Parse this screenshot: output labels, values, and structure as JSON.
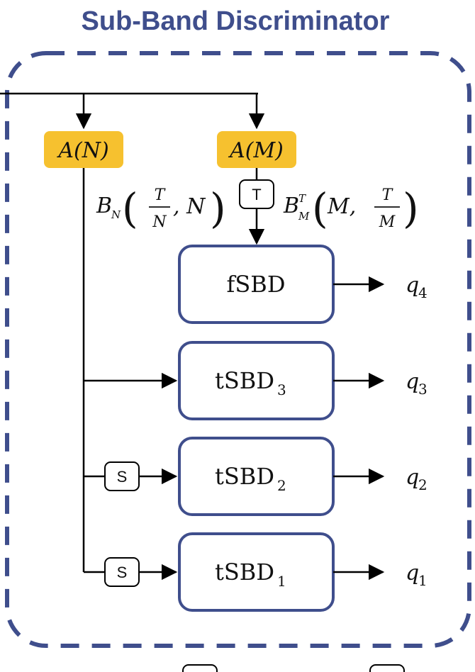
{
  "title": "Sub-Band Discriminator",
  "attention": {
    "left": "A(N)",
    "right": "A(M)"
  },
  "left_branch_label": {
    "b": "B",
    "sub": "N",
    "frac_num": "T",
    "frac_den": "N",
    "tail": ", N"
  },
  "right_branch_label": {
    "b": "B",
    "sup": "T",
    "sub": "M",
    "head": "M, ",
    "frac_num": "T",
    "frac_den": "M"
  },
  "small_ops": {
    "transpose": "T",
    "s1": "S",
    "s2": "S"
  },
  "blocks": [
    {
      "name": "fSBD",
      "base": "fSBD",
      "sub": "",
      "out": "q",
      "out_sub": "4"
    },
    {
      "name": "tSBD3",
      "base": "tSBD",
      "sub": "3",
      "out": "q",
      "out_sub": "3"
    },
    {
      "name": "tSBD2",
      "base": "tSBD",
      "sub": "2",
      "out": "q",
      "out_sub": "2"
    },
    {
      "name": "tSBD1",
      "base": "tSBD",
      "sub": "1",
      "out": "q",
      "out_sub": "1"
    }
  ],
  "colors": {
    "title": "#3f4e8c",
    "dash_border": "#3f4e8c",
    "block_border": "#3f4e8c",
    "attention_fill": "#f6c12f"
  }
}
